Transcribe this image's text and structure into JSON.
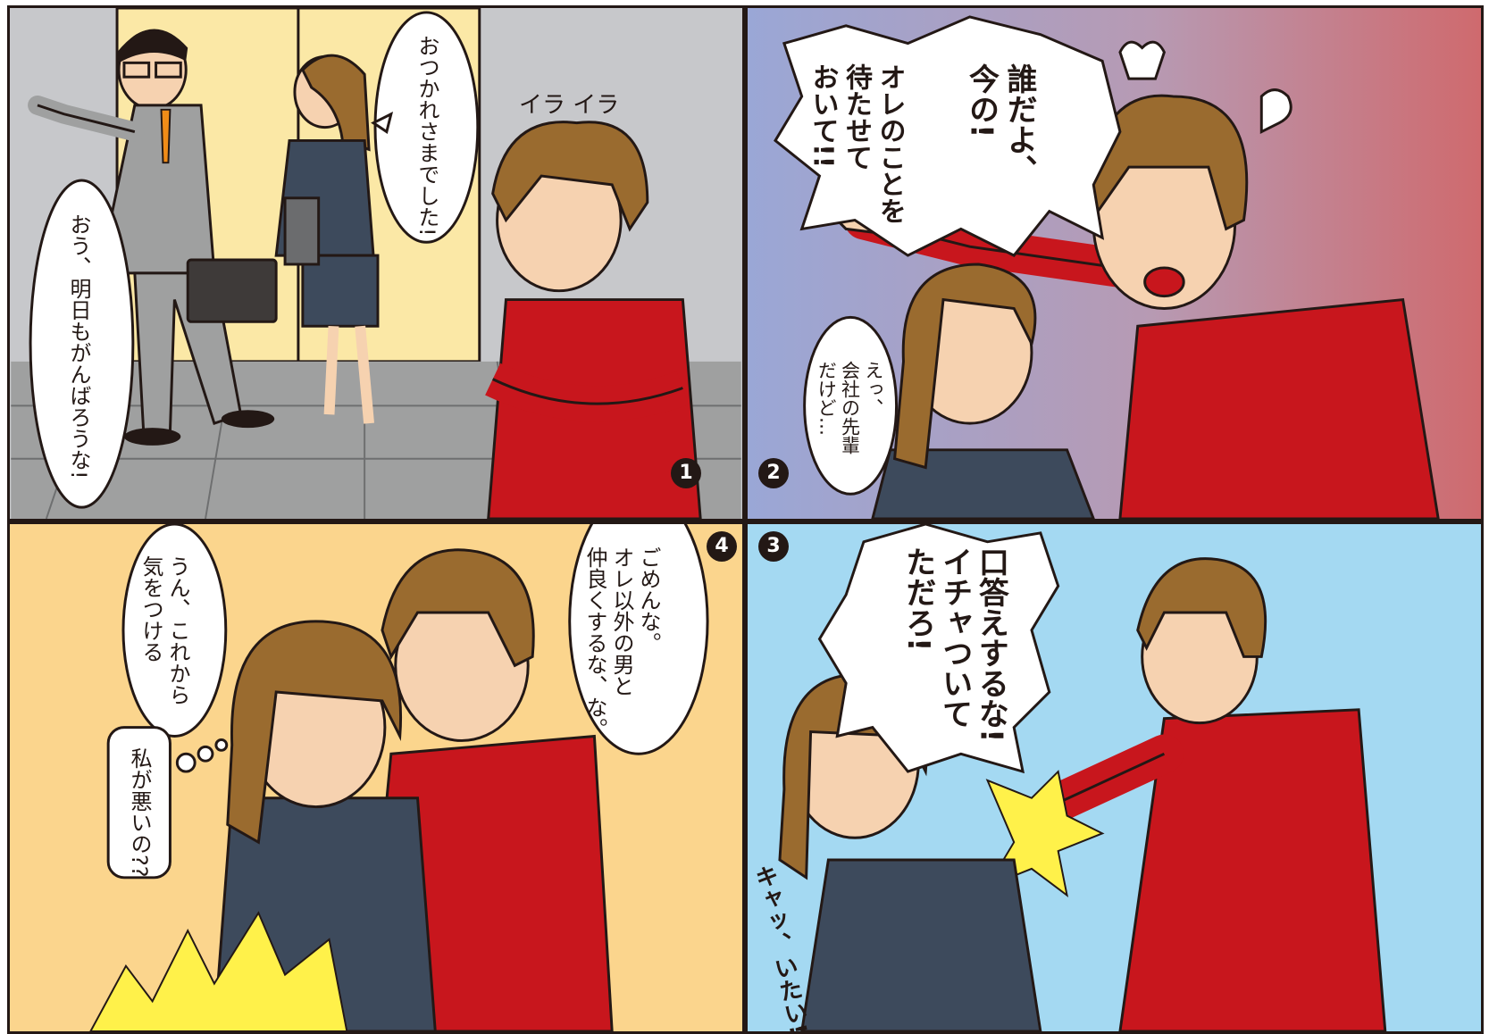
{
  "panels": {
    "p1": {
      "number": "1",
      "boss_line": "おう、明日もがんばろうな!",
      "woman_line": "おつかれさまでした!",
      "sfx": "イラ イラ"
    },
    "p2": {
      "number": "2",
      "shout_a": "誰だよ、\n今の!",
      "shout_b": "オレのことを\n待たせて\nおいて!!",
      "woman_line": "えっ、\n会社の先輩\nだけど…"
    },
    "p3": {
      "number": "3",
      "shout": "口答えするな!\nイチャついて\nただろ!",
      "sfx": "キャッ、いたい!"
    },
    "p4": {
      "number": "4",
      "man_line": "ごめんな。\nオレ以外の男と\n仲良くするな、な。",
      "woman_line": "うん、これから\n気をつける",
      "thought": "私が悪いの??"
    }
  },
  "colors": {
    "outline": "#231815",
    "shirt_red": "#c8161d",
    "hair_brown": "#9a6b2f",
    "suit_navy": "#3d4a5c",
    "panel1_bg": "#c7c8cb",
    "panel3_bg": "#a4d9f2",
    "panel4_bg": "#fbd58d"
  }
}
